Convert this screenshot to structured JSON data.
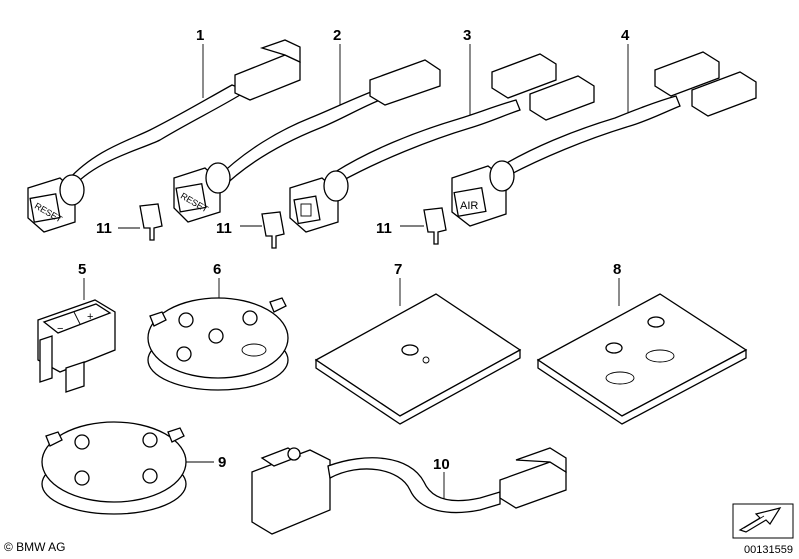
{
  "diagram": {
    "callouts": [
      "1",
      "2",
      "3",
      "4",
      "5",
      "6",
      "7",
      "8",
      "9",
      "10",
      "11",
      "11",
      "11"
    ],
    "button_labels": {
      "reset_1": "RESET",
      "reset_2": "RESET",
      "air": "AIR",
      "minus": "−",
      "plus": "+"
    }
  },
  "footer": {
    "copyright": "© BMW AG",
    "drawing_number": "00131559"
  },
  "icons": [
    "bmw-arrow-icon"
  ]
}
